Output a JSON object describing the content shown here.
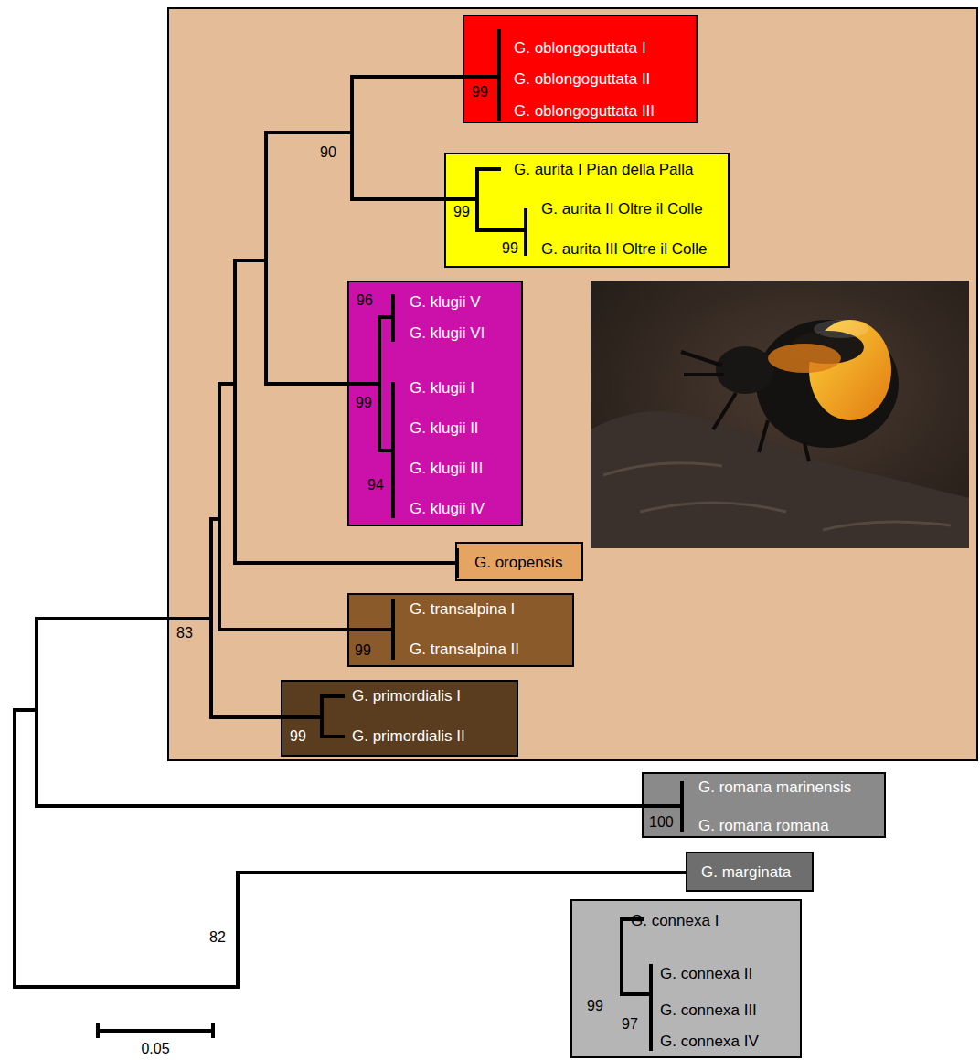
{
  "diagram": {
    "nodes": [
      {
        "text": [
          "G. oblongoguttata I",
          "G. oblongoguttata II",
          "G. oblongoguttata III",
          "99"
        ]
      },
      {
        "text": [
          "G. aurita I Pian della Palla",
          "G. aurita II Oltre il Colle",
          "G. aurita III Oltre il Colle",
          "99",
          "99"
        ]
      },
      {
        "text": [
          "G. klugii V",
          "G. klugii VI",
          "G. klugii I",
          "G. klugii II",
          "G. klugii III",
          "G. klugii IV",
          "96",
          "99",
          "94"
        ]
      },
      {
        "text": [
          "G. oropensis"
        ]
      },
      {
        "text": [
          "G. transalpina I",
          "G. transalpina II",
          "99"
        ]
      },
      {
        "text": [
          "G. primordialis I",
          "G. primordialis II",
          "99"
        ]
      },
      {
        "text": [
          "G. romana marinensis",
          "G. romana romana",
          "100"
        ]
      },
      {
        "text": [
          "G. marginata"
        ]
      },
      {
        "text": [
          "G. connexa I",
          "G. connexa II",
          "G. connexa III",
          "G. connexa IV",
          "99",
          "97"
        ]
      }
    ],
    "labels": [
      "90",
      "83",
      "82",
      "0.05"
    ]
  }
}
